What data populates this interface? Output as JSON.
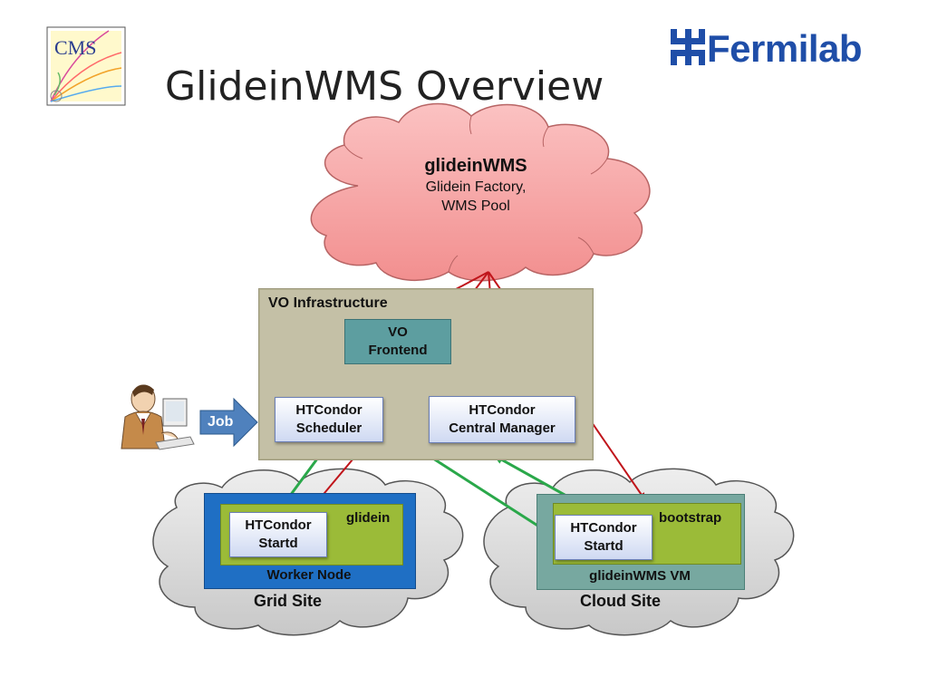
{
  "slide": {
    "title": "GlideinWMS Overview"
  },
  "logos": {
    "cms_text": "CMS",
    "fermilab_text": "Fermilab"
  },
  "cloud": {
    "title": "glideinWMS",
    "line1": "Glidein Factory,",
    "line2": "WMS Pool"
  },
  "vo": {
    "label": "VO Infrastructure",
    "frontend_line1": "VO",
    "frontend_line2": "Frontend",
    "scheduler_line1": "HTCondor",
    "scheduler_line2": "Scheduler",
    "cm_line1": "HTCondor",
    "cm_line2": "Central Manager"
  },
  "job": {
    "label": "Job"
  },
  "grid_site": {
    "startd_line1": "HTCondor",
    "startd_line2": "Startd",
    "glidein_label": "glidein",
    "worker_label": "Worker Node",
    "site_label": "Grid Site"
  },
  "cloud_site": {
    "startd_line1": "HTCondor",
    "startd_line2": "Startd",
    "bootstrap_label": "bootstrap",
    "vm_label": "glideinWMS VM",
    "site_label": "Cloud Site"
  },
  "colors": {
    "red_arrow": "#c0151b",
    "green_arrow": "#2aa84a",
    "cloud_pink": "#f9a9a9",
    "cloud_grey": "#d9d9d9",
    "vo_box": "#c4c0a6",
    "vo_frontend": "#5d9ea0",
    "worker_node": "#1f6fc4",
    "glidein_green": "#9bbb38",
    "vm_box": "#77a8a0",
    "job_arrow": "#4f81bd",
    "fermilab_blue": "#1f4ea8"
  }
}
